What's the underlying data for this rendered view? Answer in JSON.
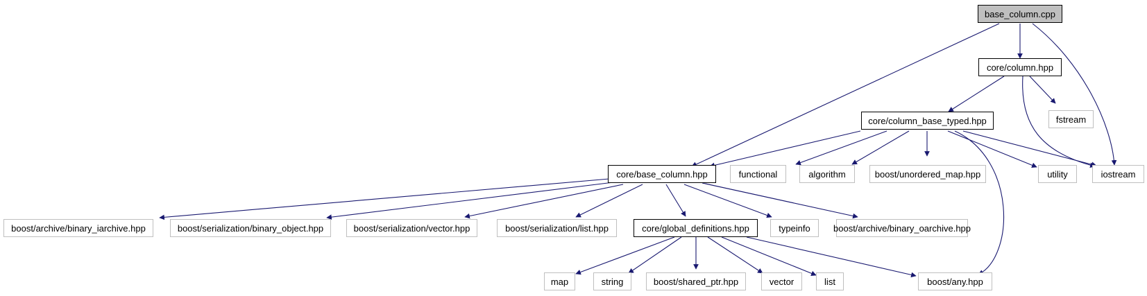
{
  "colors": {
    "edge": "#191970",
    "root_fill": "#bfbfbf",
    "internal_border": "#000000",
    "external_border": "#bfbfbf"
  },
  "nodes": {
    "root": {
      "label": "base_column.cpp"
    },
    "column_hpp": {
      "label": "core/column.hpp"
    },
    "fstream": {
      "label": "fstream"
    },
    "column_base_typed": {
      "label": "core/column_base_typed.hpp"
    },
    "base_column_hpp": {
      "label": "core/base_column.hpp"
    },
    "functional": {
      "label": "functional"
    },
    "algorithm": {
      "label": "algorithm"
    },
    "unordered_map": {
      "label": "boost/unordered_map.hpp"
    },
    "utility": {
      "label": "utility"
    },
    "iostream": {
      "label": "iostream"
    },
    "binary_iarchive": {
      "label": "boost/archive/binary_iarchive.hpp"
    },
    "binary_object": {
      "label": "boost/serialization/binary_object.hpp"
    },
    "ser_vector": {
      "label": "boost/serialization/vector.hpp"
    },
    "ser_list": {
      "label": "boost/serialization/list.hpp"
    },
    "global_definitions": {
      "label": "core/global_definitions.hpp"
    },
    "typeinfo": {
      "label": "typeinfo"
    },
    "binary_oarchive": {
      "label": "boost/archive/binary_oarchive.hpp"
    },
    "map": {
      "label": "map"
    },
    "string": {
      "label": "string"
    },
    "shared_ptr": {
      "label": "boost/shared_ptr.hpp"
    },
    "vector": {
      "label": "vector"
    },
    "list": {
      "label": "list"
    },
    "any": {
      "label": "boost/any.hpp"
    }
  }
}
